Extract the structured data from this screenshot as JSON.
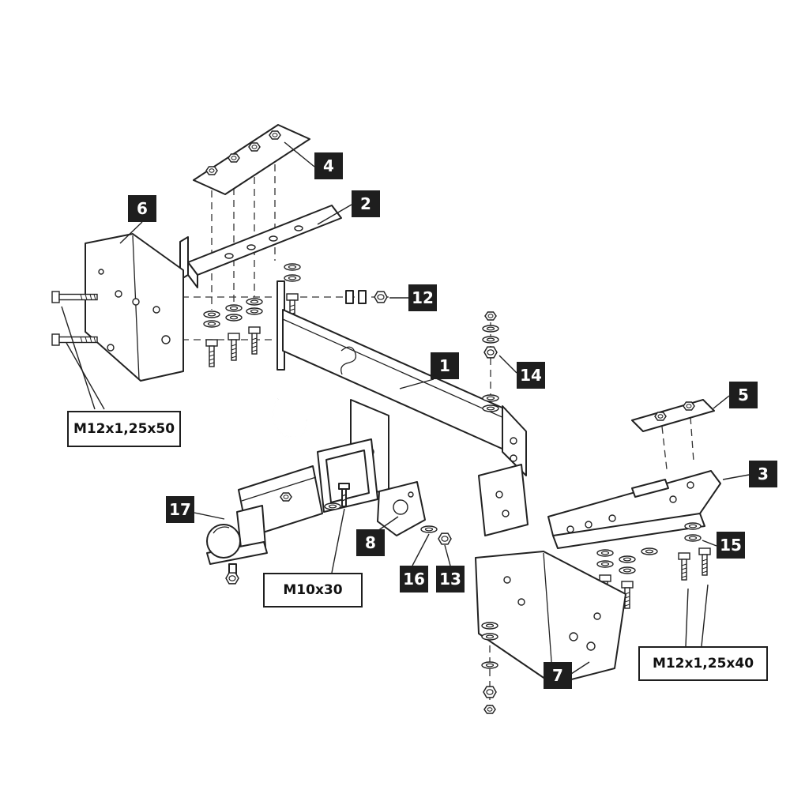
{
  "diagram": {
    "type": "exploded-assembly-diagram",
    "subject": "Tow bar (trailer hitch) exploded parts diagram with numbered callouts",
    "colors": {
      "callout_background": "#1e1e1e",
      "callout_text": "#ffffff",
      "line_color": "#222222",
      "background": "#ffffff"
    },
    "callouts": [
      {
        "id": "1"
      },
      {
        "id": "2"
      },
      {
        "id": "3"
      },
      {
        "id": "4"
      },
      {
        "id": "5"
      },
      {
        "id": "6"
      },
      {
        "id": "7"
      },
      {
        "id": "8"
      },
      {
        "id": "12"
      },
      {
        "id": "13"
      },
      {
        "id": "14"
      },
      {
        "id": "15"
      },
      {
        "id": "16"
      },
      {
        "id": "17"
      }
    ],
    "spec_boxes": [
      {
        "label": "M12x1,25x50"
      },
      {
        "label": "M10x30"
      },
      {
        "label": "M12x1,25x40"
      }
    ]
  }
}
